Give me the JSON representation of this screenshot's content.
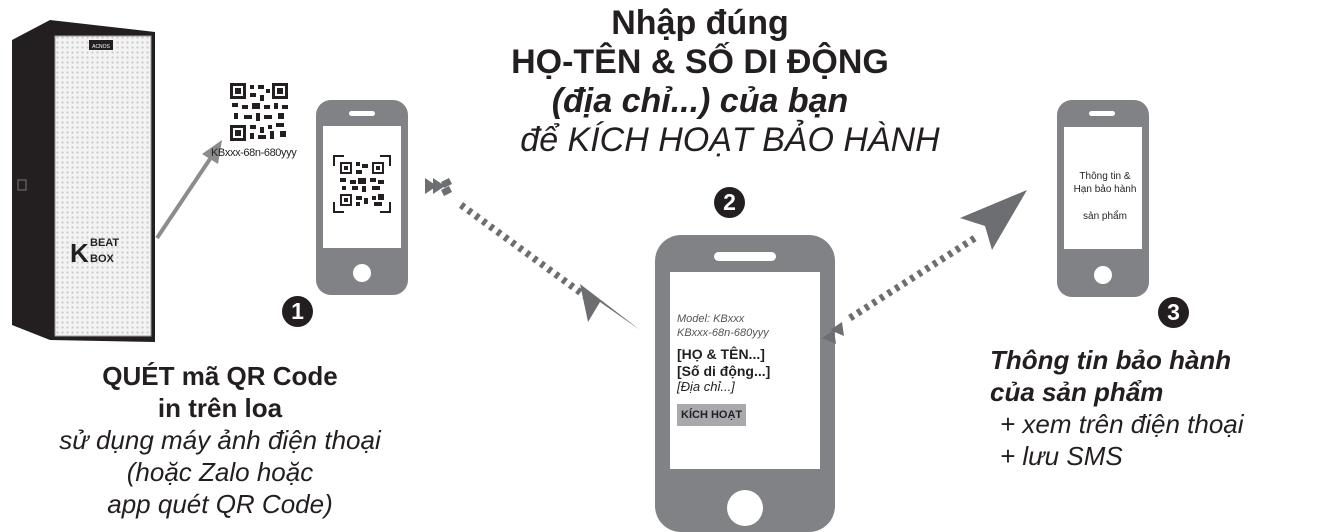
{
  "title": {
    "line1": "Nhập đúng",
    "line2": "HỌ-TÊN & SỐ DI ĐỘNG",
    "line3": "(địa chỉ...) của bạn",
    "line4": "để KÍCH HOẠT BẢO HÀNH"
  },
  "steps": [
    {
      "number": "1",
      "heading1": "QUÉT mã QR Code",
      "heading2": "in trên loa",
      "note1": "sử dụng máy ảnh điện thoại",
      "note2": "(hoặc Zalo hoặc",
      "note3": "app quét QR Code)"
    },
    {
      "number": "2"
    },
    {
      "number": "3",
      "heading1": "Thông tin bảo hành",
      "heading2": "của sản phẩm",
      "item1": "+ xem trên điện thoại",
      "item2": "+ lưu SMS"
    }
  ],
  "speaker": {
    "brand": "ACNOS",
    "logo": "KBEAT BOX"
  },
  "qr_label": "KBxxx-68n-680yyy",
  "form": {
    "model": "Model: KBxxx",
    "serial": "KBxxx-68n-680yyy",
    "name_field": "[HỌ & TÊN...]",
    "phone_field": "[Số di động...]",
    "address_field": "[Địa chỉ...]",
    "activate_button": "KÍCH HOẠT"
  },
  "result_screen": {
    "line1": "Thông tin &",
    "line2": "Hạn bảo hành",
    "line3": "sản phẩm"
  },
  "colors": {
    "phone": "#808285",
    "dark": "#231f20",
    "arrow": "#6d6e71",
    "button": "#a7a9ac"
  }
}
